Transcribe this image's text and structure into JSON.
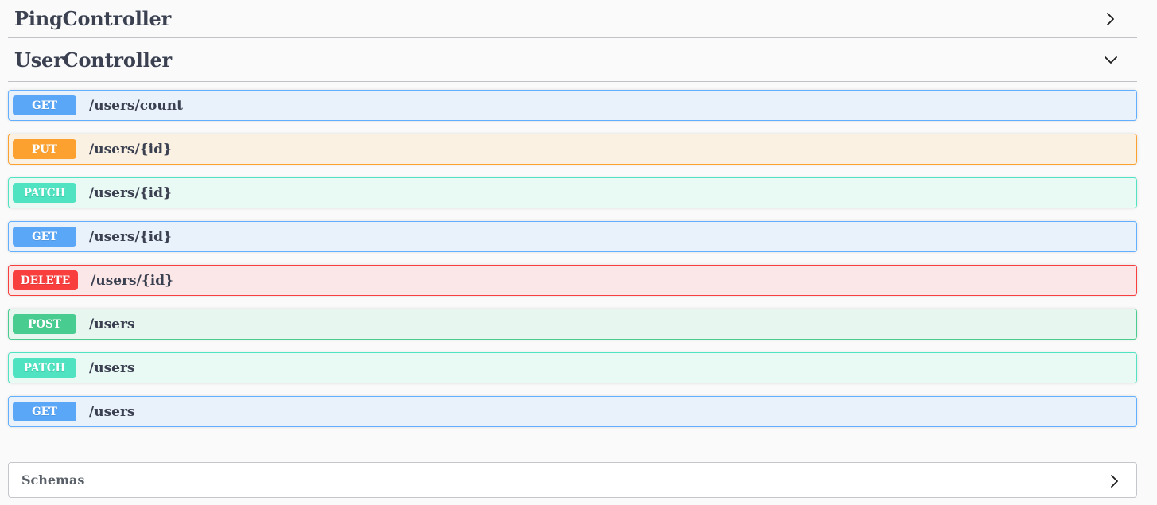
{
  "page": {
    "background": "#fafafa",
    "text_color": "#3b4151"
  },
  "sections": [
    {
      "title": "PingController",
      "expanded": false,
      "chevron_icon": "chevron-right-icon"
    },
    {
      "title": "UserController",
      "expanded": true,
      "chevron_icon": "chevron-down-icon"
    }
  ],
  "operations": [
    {
      "method": "GET",
      "path": "/users/count"
    },
    {
      "method": "PUT",
      "path": "/users/{id}"
    },
    {
      "method": "PATCH",
      "path": "/users/{id}"
    },
    {
      "method": "GET",
      "path": "/users/{id}"
    },
    {
      "method": "DELETE",
      "path": "/users/{id}"
    },
    {
      "method": "POST",
      "path": "/users"
    },
    {
      "method": "PATCH",
      "path": "/users"
    },
    {
      "method": "GET",
      "path": "/users"
    }
  ],
  "method_styles": {
    "GET": {
      "badge": "#5ba7f7",
      "border": "#61affe",
      "bg": "#e9f1fb"
    },
    "PUT": {
      "badge": "#fca130",
      "border": "#fca130",
      "bg": "#fbf1e3"
    },
    "PATCH": {
      "badge": "#50e3c2",
      "border": "#50e3c2",
      "bg": "#e9f9f4"
    },
    "DELETE": {
      "badge": "#f93e3e",
      "border": "#f93e3e",
      "bg": "#fbe7e7"
    },
    "POST": {
      "badge": "#49cc90",
      "border": "#49cc90",
      "bg": "#e7f6ee"
    }
  },
  "schemas_section": {
    "title": "Schemas",
    "expanded": false,
    "chevron_icon": "chevron-right-icon"
  }
}
